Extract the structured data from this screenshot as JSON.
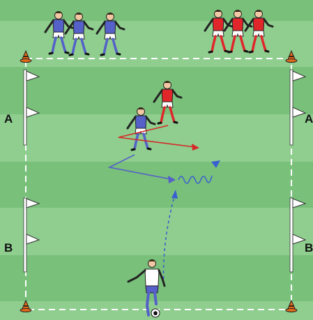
{
  "gates": {
    "left_top": "A",
    "right_top": "A",
    "left_bottom": "B",
    "right_bottom": "B"
  },
  "colors": {
    "grass_light": "#8fce8f",
    "grass_dark": "#79c07a",
    "boundary": "#ffffff",
    "team_blue": "#5560c8",
    "team_red": "#e0262b",
    "blue_arrow": "#5560c8",
    "red_arrow": "#d62828",
    "dribble_arrow": "#3a5fd0",
    "cone": "#e06a1a"
  },
  "players": {
    "blue_queue_count": 3,
    "red_queue_count": 3,
    "defender_team": "blue",
    "attacker_team": "red",
    "server_team": "white"
  },
  "icons": [
    "cone-icon",
    "flag-icon",
    "ball-icon",
    "player-icon"
  ]
}
